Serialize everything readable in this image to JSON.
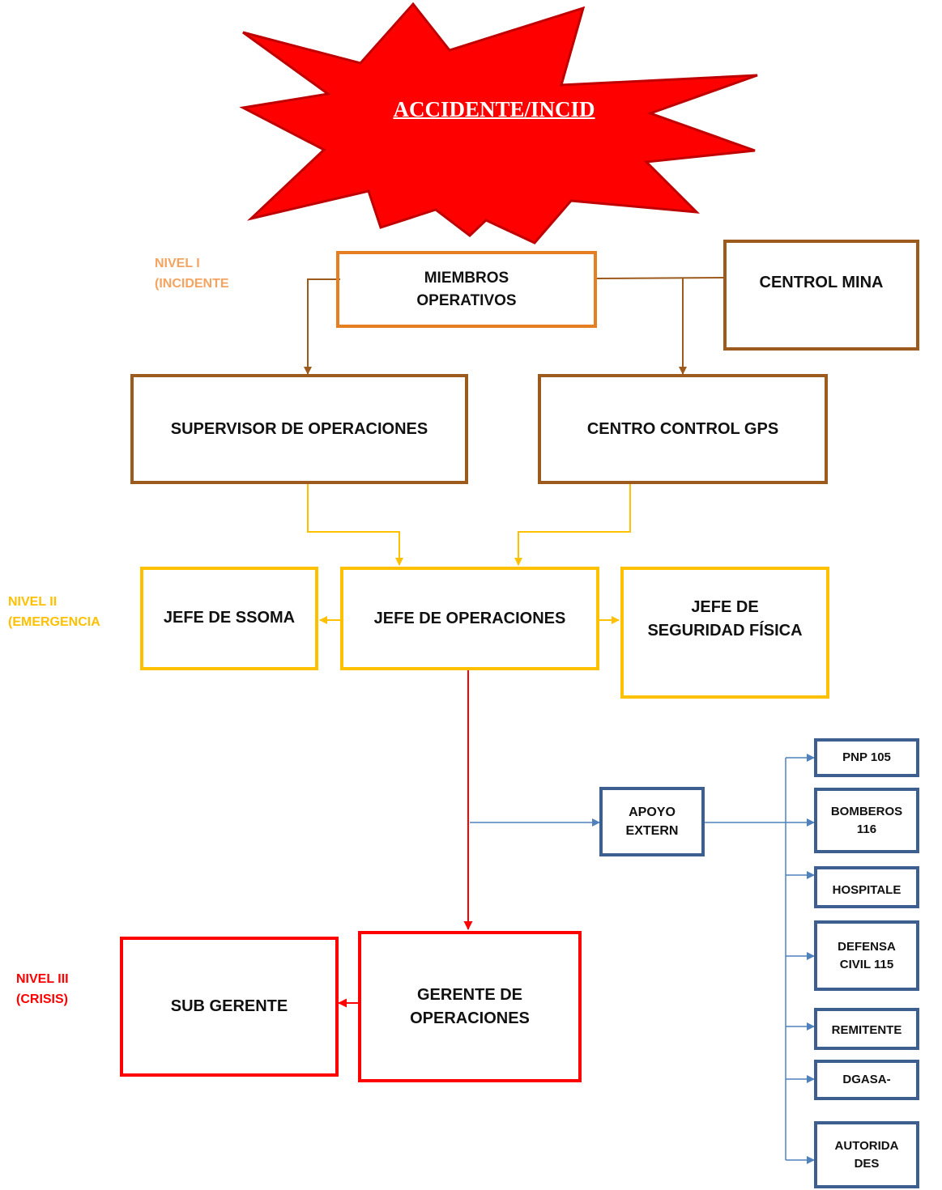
{
  "header": {
    "burst_label": "ACCIDENTE/INCID"
  },
  "levels": {
    "level1": "NIVEL I\n(INCIDENTE",
    "level2": "NIVEL II\n(EMERGENCIA",
    "level3": "NIVEL III\n(CRISIS)"
  },
  "nodes": {
    "miembros_operativos": "MIEMBROS\nOPERATIVOS",
    "control_mina": "CENTROL MINA",
    "supervisor_operaciones": "SUPERVISOR DE OPERACIONES",
    "centro_control_gps": "CENTRO CONTROL GPS",
    "jefe_ssoma": "JEFE DE SSOMA",
    "jefe_operaciones": "JEFE DE OPERACIONES",
    "jefe_seguridad_fisica": "JEFE DE\nSEGURIDAD FÍSICA",
    "apoyo_externo": "APOYO\nEXTERN",
    "gerente_operaciones": "GERENTE DE\nOPERACIONES",
    "sub_gerente": "SUB GERENTE"
  },
  "external_contacts": [
    "PNP 105",
    "BOMBEROS\n116",
    "HOSPITALE",
    "DEFENSA\nCIVIL 115",
    "REMITENTE",
    "DGASA-",
    "AUTORIDA\nDES"
  ],
  "colors": {
    "burst_fill": "#FF0000",
    "burst_outline": "#C00000",
    "level1_text": "#F4A460",
    "level2_text": "#FFC000",
    "level3_text": "#FF0000",
    "miembros_border": "#E67E22",
    "brown_border": "#9C5A1C",
    "yellow_border": "#FFC000",
    "red_border": "#FF0000",
    "blue_border": "#3D5F8F",
    "blue_connector": "#4F81BD"
  }
}
